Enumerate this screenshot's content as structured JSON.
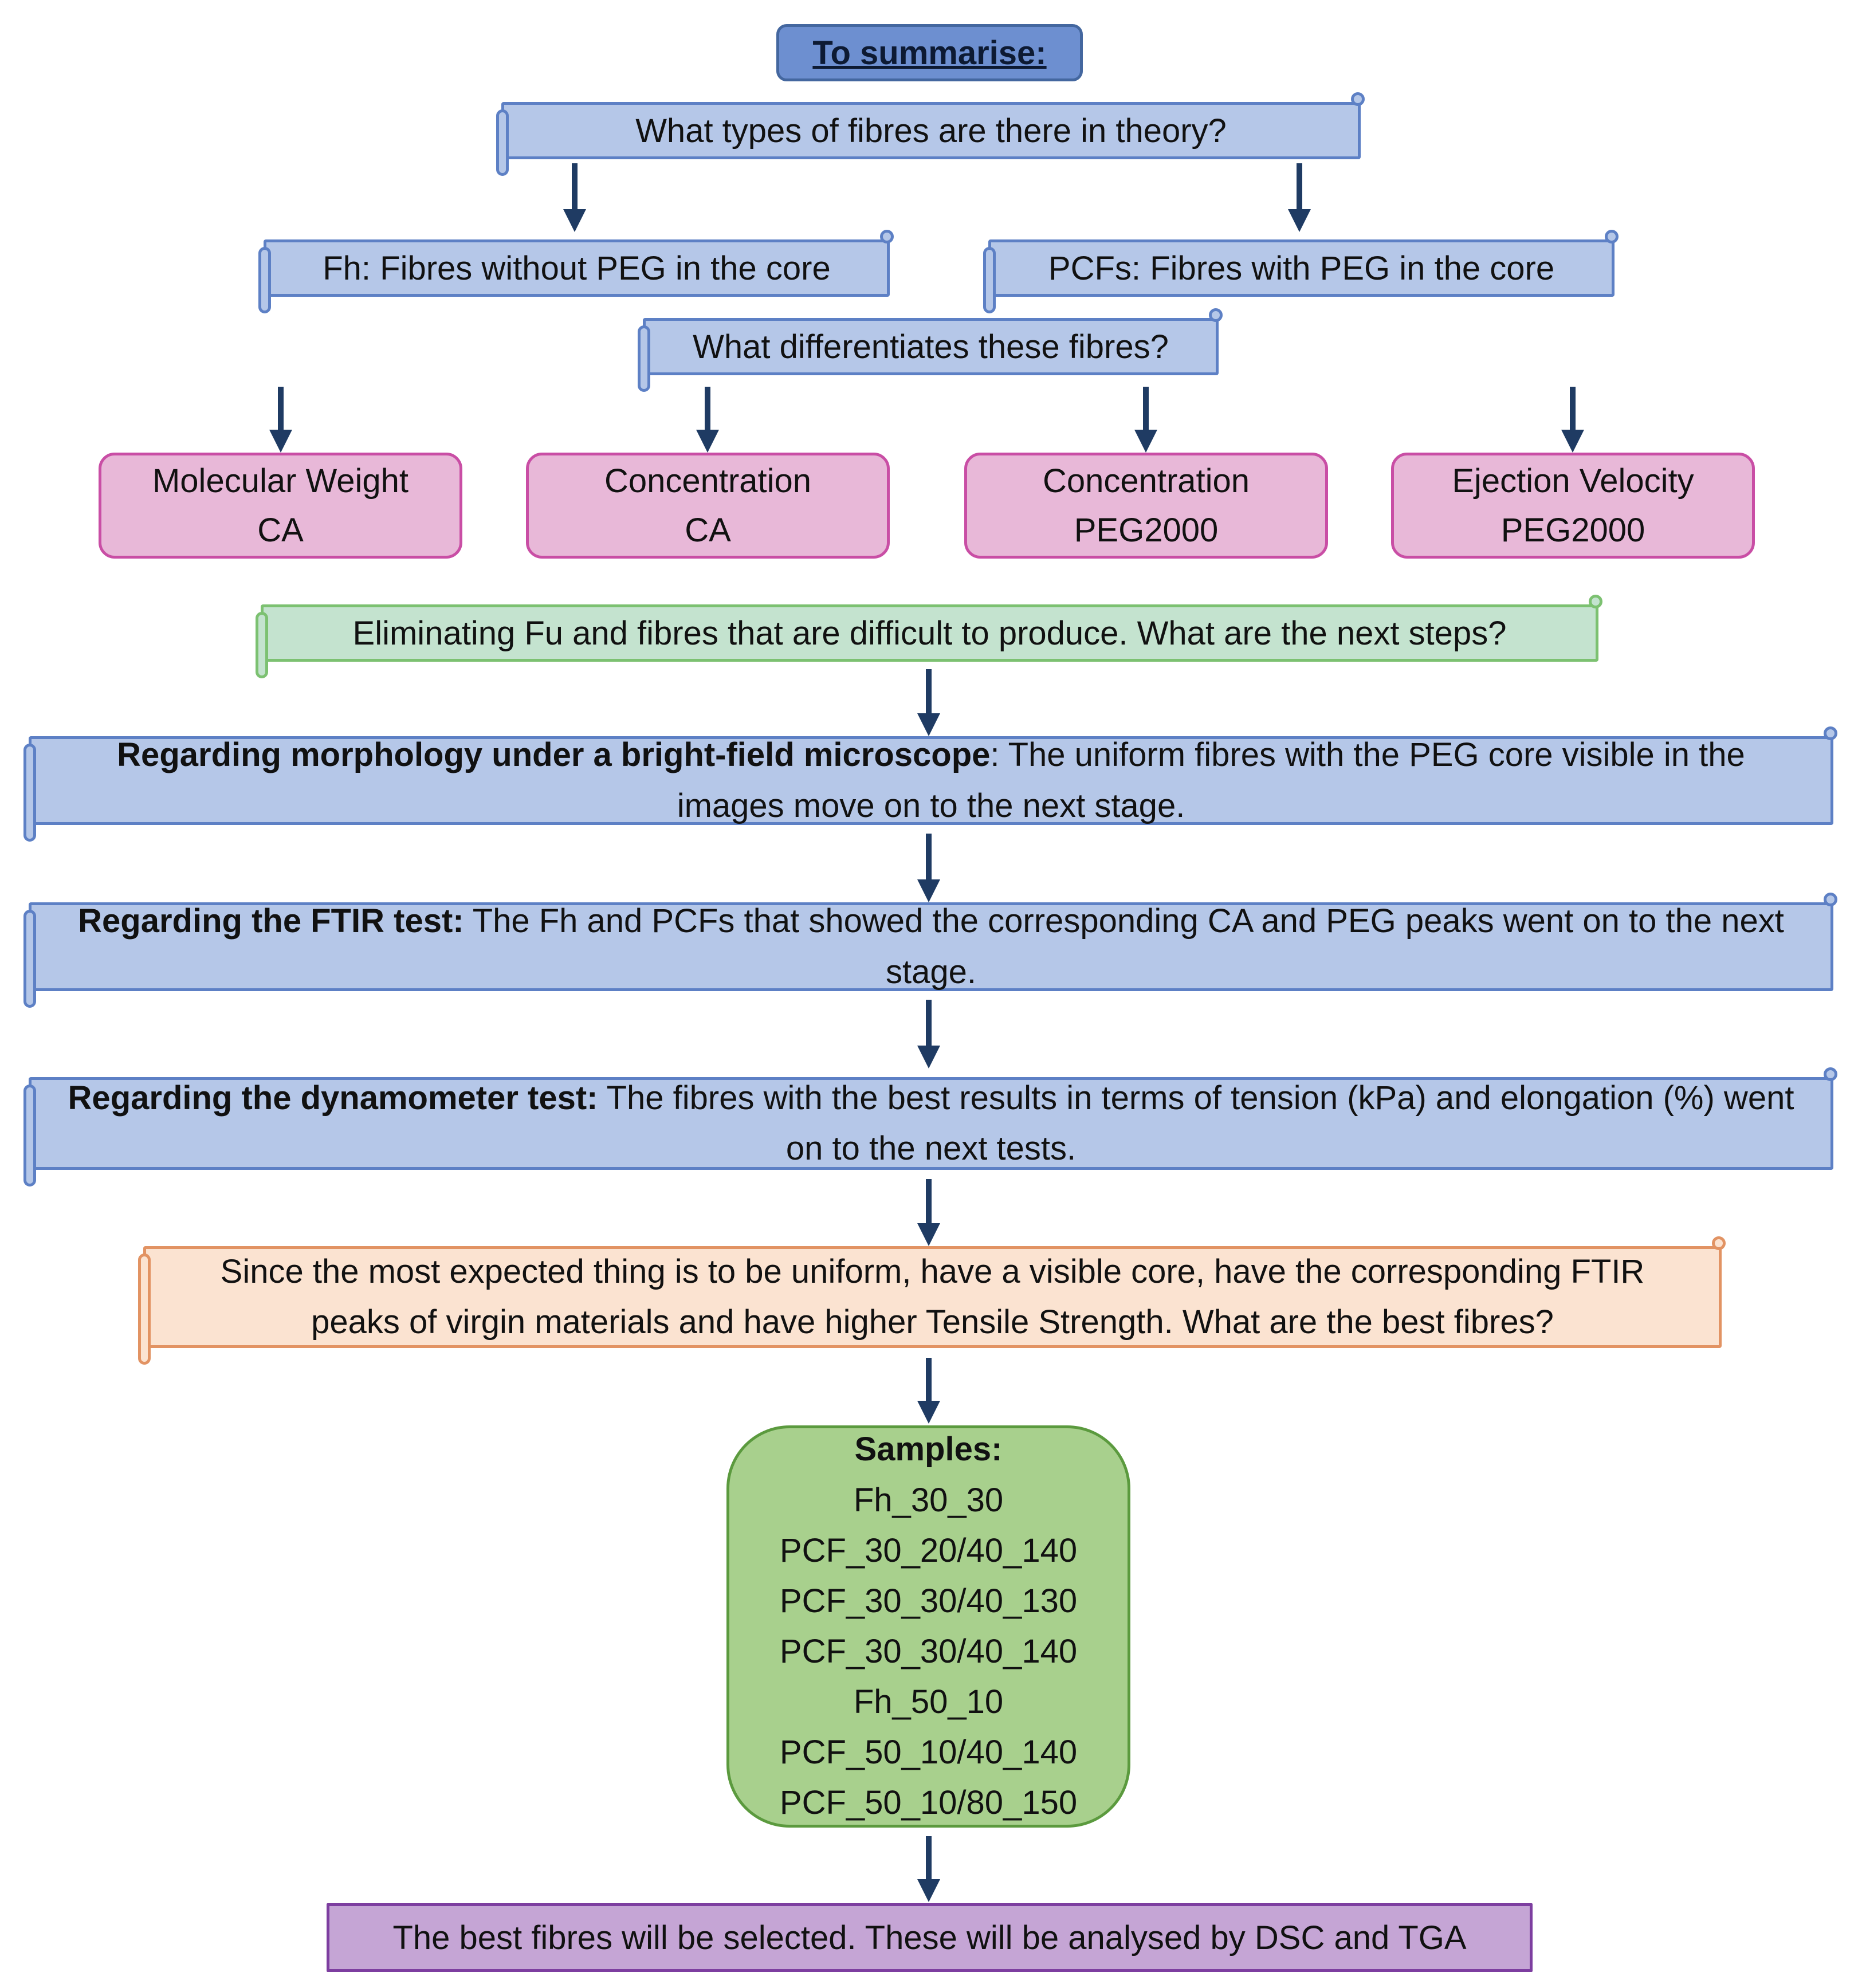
{
  "title": "To summarise:",
  "question_types": "What types of fibres are there in theory?",
  "fh_label": "Fh: Fibres without PEG in the core",
  "pcf_label": "PCFs: Fibres with PEG in the core",
  "question_diff": "What differentiates these fibres?",
  "factors": [
    {
      "line1": "Molecular Weight",
      "line2": "CA"
    },
    {
      "line1": "Concentration",
      "line2": "CA"
    },
    {
      "line1": "Concentration",
      "line2": "PEG2000"
    },
    {
      "line1": "Ejection Velocity",
      "line2": "PEG2000"
    }
  ],
  "eliminating": "Eliminating Fu and fibres that are difficult to produce. What are the next steps?",
  "morphology": {
    "bold": "Regarding morphology under a bright-field microscope",
    "rest": ": The uniform fibres with the PEG core visible in the images move on to the next stage."
  },
  "ftir": {
    "bold": "Regarding the FTIR test:",
    "rest": " The Fh and PCFs that showed the corresponding CA and PEG peaks went on to the next stage."
  },
  "dynamometer": {
    "bold": "Regarding the dynamometer test:",
    "rest": " The fibres with the best results in terms of tension (kPa) and elongation (%) went on to the next tests."
  },
  "expectation": "Since the most expected thing is to be uniform, have a visible core, have the corresponding FTIR peaks of virgin materials and have higher Tensile Strength. What are the best fibres?",
  "samples": {
    "heading": "Samples:",
    "items": [
      "Fh_30_30",
      "PCF_30_20/40_140",
      "PCF_30_30/40_130",
      "PCF_30_30/40_140",
      "Fh_50_10",
      "PCF_50_10/40_140",
      "PCF_50_10/80_150"
    ]
  },
  "final": "The best fibres will be selected. These will be analysed by DSC and TGA",
  "colors": {
    "arrow": "#1f3b63",
    "blue_fill": "#b5c7e8",
    "pink_fill": "#e8b8d8",
    "green_fill": "#c4e3cf",
    "orange_fill": "#fbe3d1",
    "samples_fill": "#a8d08d",
    "final_fill": "#c5a5d5"
  }
}
